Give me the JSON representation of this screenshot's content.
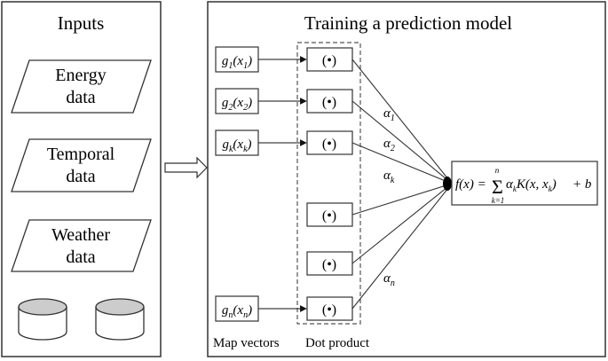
{
  "inputs_panel": {
    "title": "Inputs",
    "items": [
      {
        "line1": "Energy",
        "line2": "data"
      },
      {
        "line1": "Temporal",
        "line2": "data"
      },
      {
        "line1": "Weather",
        "line2": "data"
      }
    ],
    "database_icons": [
      "database-icon",
      "database-icon"
    ]
  },
  "flow_arrow_icon": "hollow-right-arrow-icon",
  "model_panel": {
    "title": "Training a prediction model",
    "map_vectors": [
      {
        "base": "g",
        "sub": "1",
        "arg": "x",
        "arg_sub": "1"
      },
      {
        "base": "g",
        "sub": "2",
        "arg": "x",
        "arg_sub": "2"
      },
      {
        "base": "g",
        "sub": "k",
        "arg": "x",
        "arg_sub": "k"
      },
      {
        "base": "g",
        "sub": "n",
        "arg": "x",
        "arg_sub": "n"
      }
    ],
    "dot_product_symbol": "(•)",
    "dot_product_count": 6,
    "weights": [
      {
        "base": "α",
        "sub": "1"
      },
      {
        "base": "α",
        "sub": "2"
      },
      {
        "base": "α",
        "sub": "k"
      },
      {
        "base": "α",
        "sub": "n"
      }
    ],
    "formula": {
      "lhs": "f(x) =",
      "sum_symbol": "Σ",
      "sum_upper": "n",
      "sum_lower": "k=1",
      "term_alpha": "α",
      "term_alpha_sub": "k",
      "term_kernel": "K(x, x",
      "term_kernel_sub": "k",
      "term_close": ")",
      "tail": "+ b"
    },
    "footer_labels": {
      "map_vectors": "Map vectors",
      "dot_product": "Dot product"
    }
  }
}
